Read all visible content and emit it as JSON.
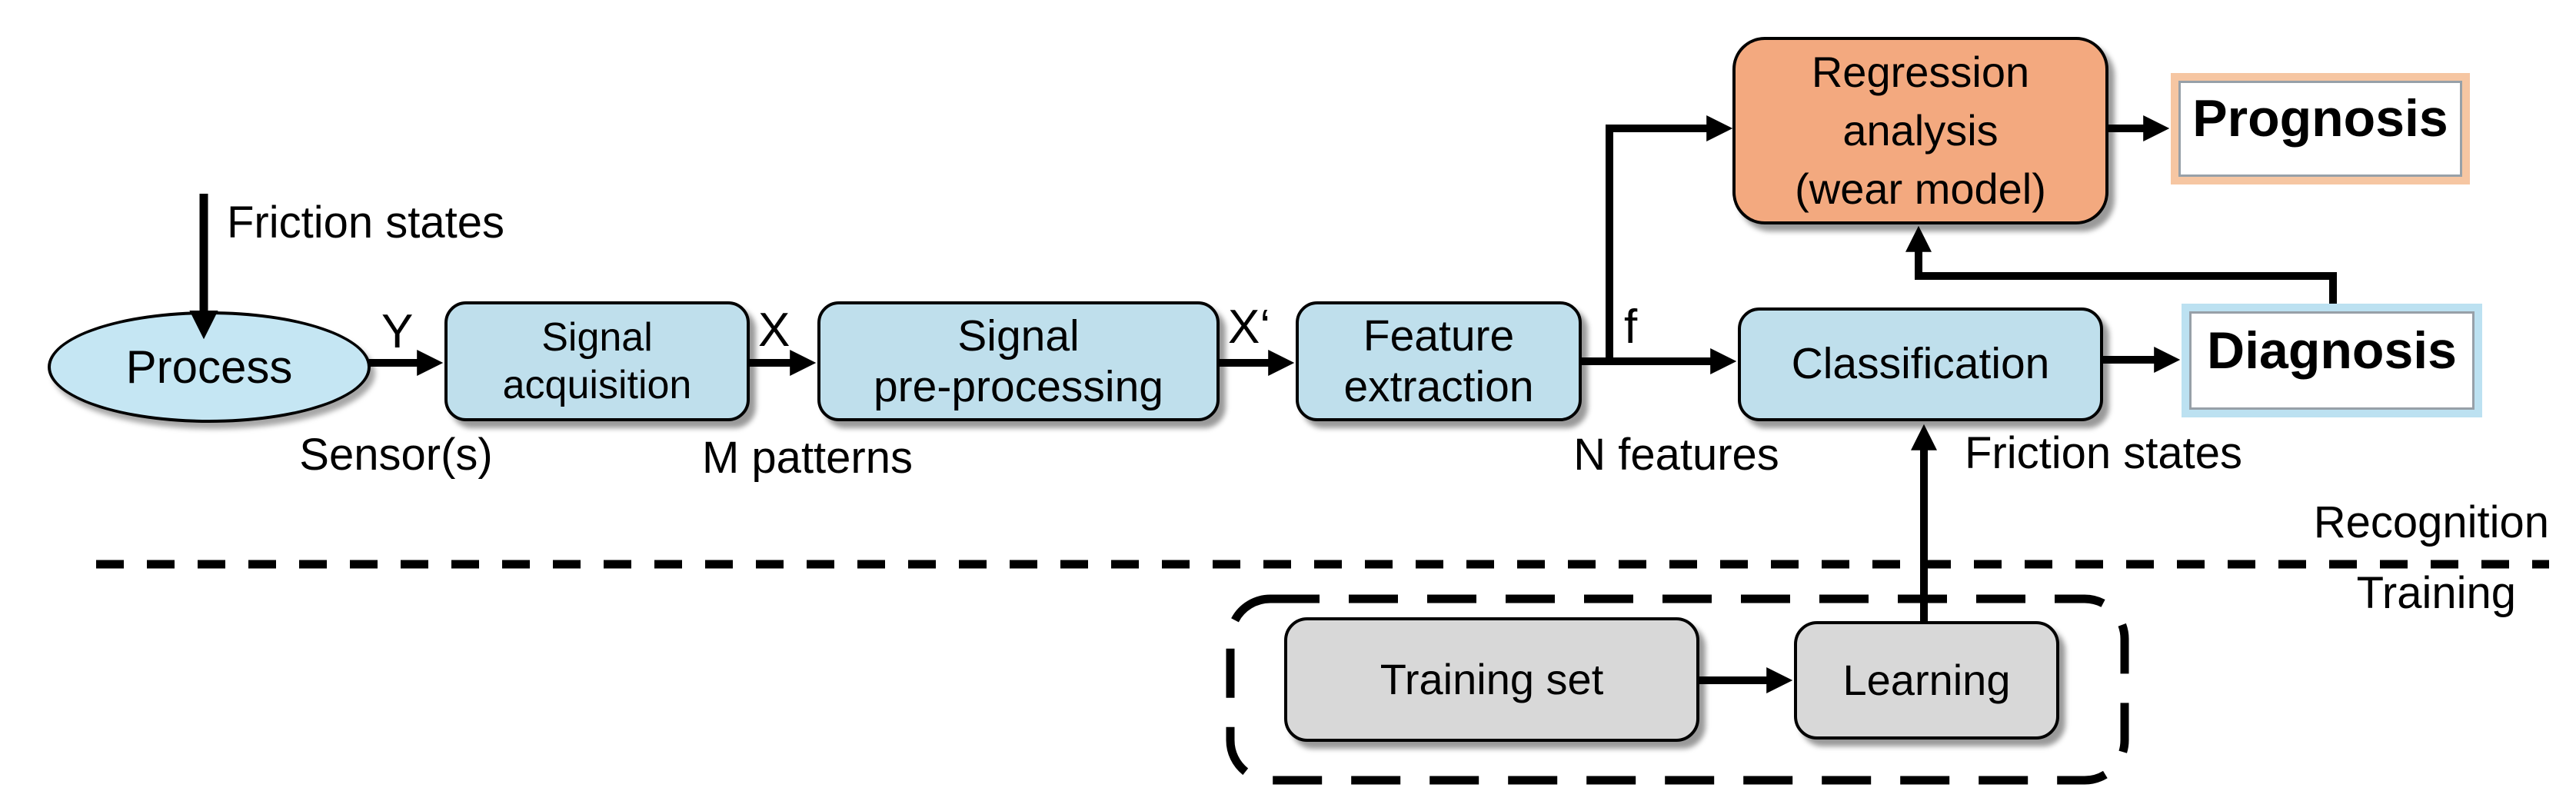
{
  "diagram": {
    "colors": {
      "background": "#FFFFFF",
      "box_fill": "#BFDFEC",
      "ellipse_fill": "#C5E6F3",
      "regression_fill": "#F3A97F",
      "prognosis_border": "#F6C6A2",
      "diagnosis_border": "#BCE1F1",
      "training_fill": "#D8D8D8",
      "line": "#000000"
    },
    "nodes": {
      "process": {
        "label": "Process"
      },
      "signal_acquisition": {
        "lines": [
          "Signal",
          "acquisition"
        ]
      },
      "signal_preprocessing": {
        "lines": [
          "Signal",
          "pre-processing"
        ]
      },
      "feature_extraction": {
        "lines": [
          "Feature",
          "extraction"
        ]
      },
      "classification": {
        "label": "Classification"
      },
      "regression_analysis": {
        "lines": [
          "Regression",
          "analysis",
          "(wear model)"
        ]
      },
      "prognosis": {
        "label": "Prognosis"
      },
      "diagnosis": {
        "label": "Diagnosis"
      },
      "training_set": {
        "label": "Training set"
      },
      "learning": {
        "label": "Learning"
      }
    },
    "edge_labels": {
      "y": "Y",
      "x": "X",
      "x_prime": "X‘",
      "f": "f"
    },
    "annotations": {
      "friction_states_input": "Friction states",
      "sensors": "Sensor(s)",
      "m_patterns": "M patterns",
      "n_features": "N features",
      "friction_states_output": "Friction states",
      "phase_recognition": "Recognition",
      "phase_training": "Training"
    }
  }
}
